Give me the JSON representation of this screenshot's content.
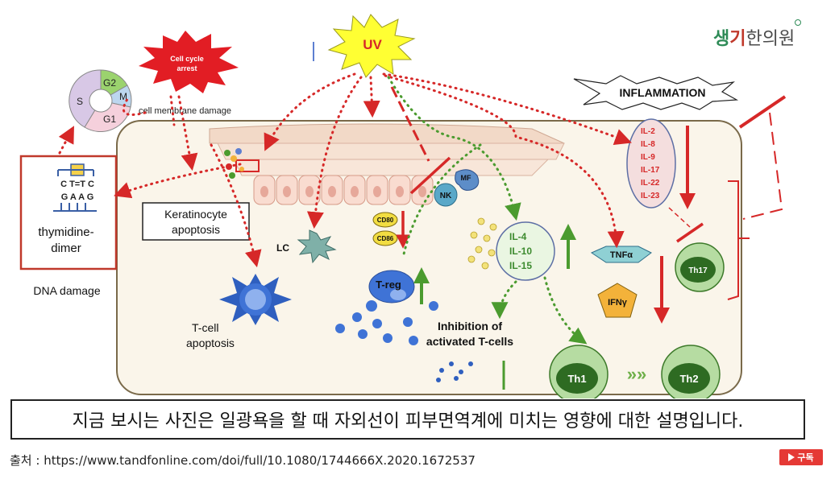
{
  "brand": {
    "prefix": "생",
    "highlight": "기",
    "suffix": "한의원"
  },
  "diagram": {
    "uv": "UV",
    "cell_cycle_line1": "Cell cycle",
    "cell_cycle_line2": "arrest",
    "cell_membrane_damage": "cell membrane damage",
    "cycle_g2": "G2",
    "cycle_m": "M",
    "cycle_s": "S",
    "cycle_g1": "G1",
    "dna_top": "C T=T C",
    "dna_bottom": "G A A G",
    "thymidine_line1": "thymidine-",
    "thymidine_line2": "dimer",
    "dna_damage": "DNA damage",
    "keratinocyte_line1": "Keratinocyte",
    "keratinocyte_line2": "apoptosis",
    "lc": "LC",
    "mf": "MF",
    "nk": "NK",
    "cd80": "CD80",
    "cd86": "CD86",
    "tcell_apoptosis_line1": "T-cell",
    "tcell_apoptosis_line2": "apoptosis",
    "treg": "T-reg",
    "il4": "IL-4",
    "il10": "IL-10",
    "il15": "IL-15",
    "inhibition_line1": "Inhibition of",
    "inhibition_line2": "activated T-cells",
    "inflammation": "INFLAMMATION",
    "cytokines": [
      "IL-2",
      "IL-8",
      "IL-9",
      "IL-17",
      "IL-22",
      "IL-23"
    ],
    "tnf": "TNFα",
    "ifn": "IFNγ",
    "th17": "Th17",
    "th1": "Th1",
    "th2": "Th2",
    "chevrons": "»»"
  },
  "subtitle": "지금 보시는 사진은 일광욕을 할 때 자외선이 피부면역계에 미치는 영향에 대한 설명입니다.",
  "source": "출처 : https://www.tandfonline.com/doi/full/10.1080/1744666X.2020.1672537",
  "subscribe": "구독",
  "colors": {
    "accent_red": "#d62828",
    "accent_green": "#3d8b2f",
    "box_bg": "#faf5ea"
  }
}
